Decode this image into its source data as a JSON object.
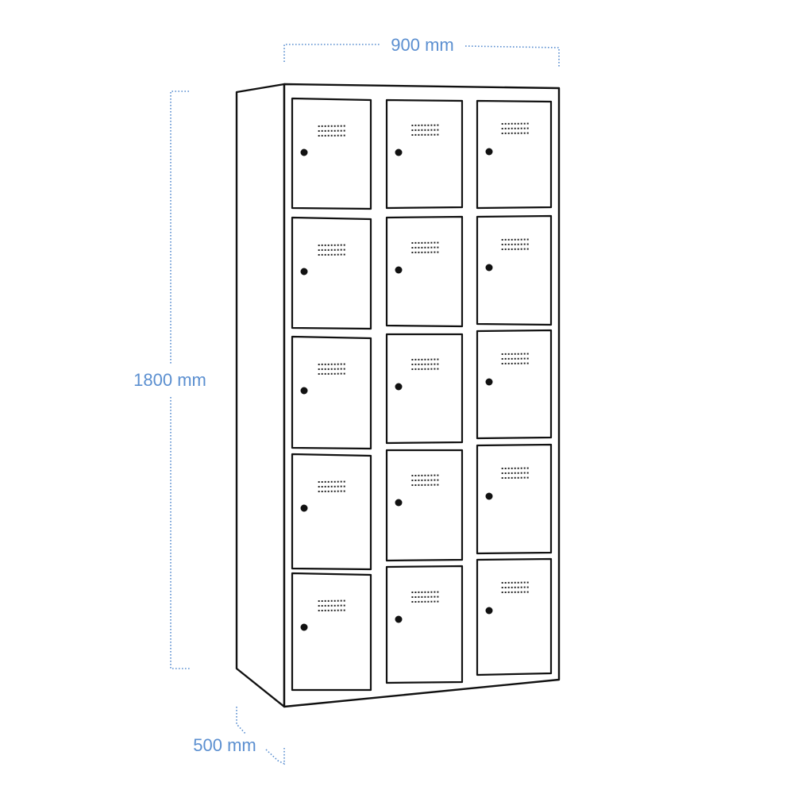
{
  "dimensions": {
    "width_label": "900 mm",
    "height_label": "1800 mm",
    "depth_label": "500 mm"
  },
  "locker": {
    "columns": 3,
    "rows": 5,
    "door_count": 15
  },
  "colors": {
    "dimension": "#5b8fd0",
    "outline": "#111111"
  }
}
